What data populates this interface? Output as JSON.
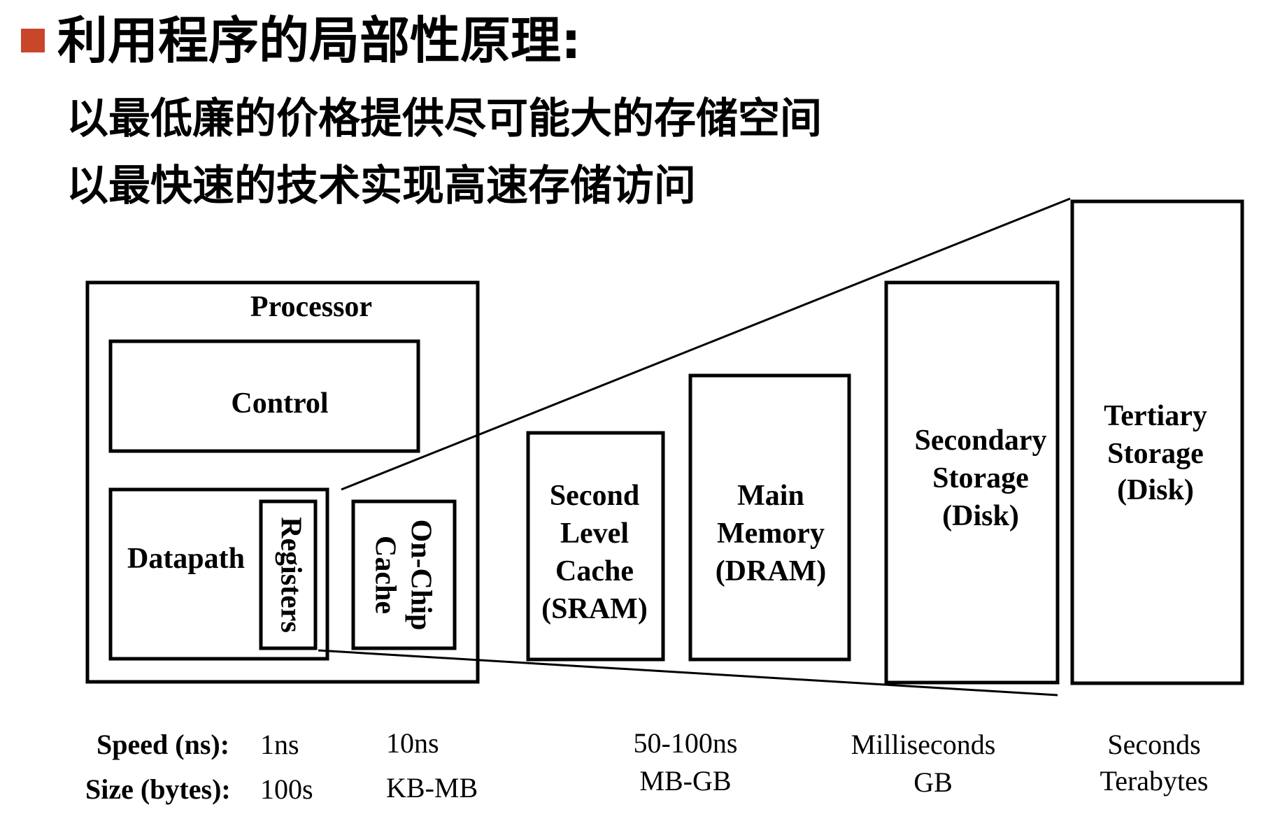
{
  "heading": "利用程序的局部性原理:",
  "lines": [
    "以最低廉的价格提供尽可能大的存储空间",
    "以最快速的技术实现高速存储访问"
  ],
  "colors": {
    "bullet": "#C8472B",
    "stroke": "#000000"
  },
  "diagram": {
    "processor": "Processor",
    "control": "Control",
    "datapath": "Datapath",
    "registers": "Registers",
    "on_chip_cache": [
      "On-Chip",
      "Cache"
    ],
    "second_level_cache": [
      "Second",
      "Level",
      "Cache",
      "(SRAM)"
    ],
    "main_memory": [
      "Main",
      "Memory",
      "(DRAM)"
    ],
    "secondary_storage": [
      "Secondary",
      "Storage",
      "(Disk)"
    ],
    "tertiary_storage": [
      "Tertiary",
      "Storage",
      "(Disk)"
    ]
  },
  "metrics": {
    "speed_label": "Speed (ns):",
    "size_label": "Size (bytes):",
    "registers": {
      "speed": "1ns",
      "size": "100s"
    },
    "on_chip_cache": {
      "speed": "10ns",
      "size": "KB-MB"
    },
    "main_memory": {
      "speed": "50-100ns",
      "size": "MB-GB"
    },
    "secondary_storage": {
      "speed": "Milliseconds",
      "size": "GB"
    },
    "tertiary_storage": {
      "speed": "Seconds",
      "size": "Terabytes"
    }
  }
}
